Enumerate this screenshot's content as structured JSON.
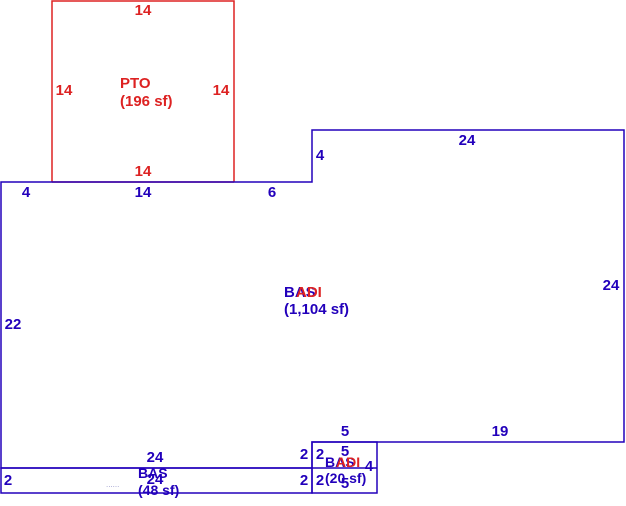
{
  "patio": {
    "label": "PTO",
    "area": "(196 sf)",
    "dims": {
      "top": "14",
      "left": "14",
      "right": "14",
      "bottom": "14"
    }
  },
  "main": {
    "label": "BAS",
    "overlay_label": "ADI",
    "area": "(1,104 sf)",
    "dims": {
      "top_right": "24",
      "step_up": "4",
      "right": "24",
      "top_left": "4",
      "top_mid": "14",
      "top_step": "6",
      "left": "22",
      "bottom_step_up": "5",
      "bottom_right": "19"
    }
  },
  "strip": {
    "label": "BAS",
    "area": "(48 sf)",
    "dims": {
      "top": "24",
      "bottom": "24",
      "left": "2",
      "right_top": "2",
      "right_bottom": "2"
    }
  },
  "small": {
    "label": "BAS",
    "overlay_label": "ADI",
    "area": "(20 sf)",
    "dims": {
      "top": "5",
      "bottom": "5",
      "left_top": "2",
      "left_bottom": "2",
      "right": "4"
    }
  }
}
